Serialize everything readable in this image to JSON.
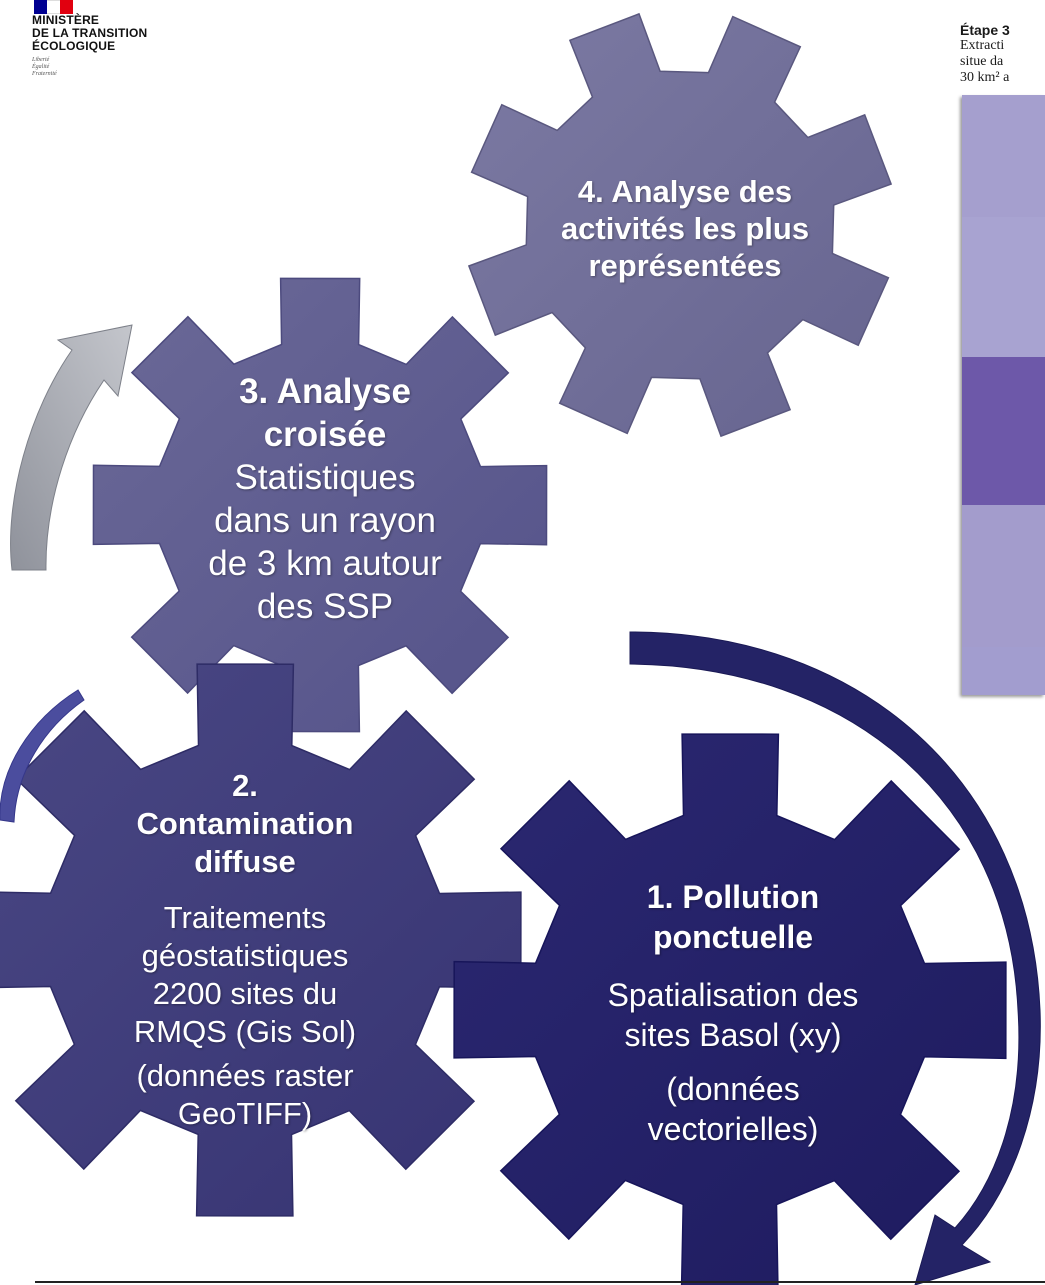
{
  "logo": {
    "org_line1": "MINISTÈRE",
    "org_line2": "DE LA TRANSITION",
    "org_line3": "ÉCOLOGIQUE",
    "motto": [
      "Liberté",
      "Égalité",
      "Fraternité"
    ],
    "flag_colors": [
      "#000091",
      "#ffffff",
      "#e1000f"
    ]
  },
  "side_excerpt": {
    "heading": "Étape 3",
    "lines": [
      "Extracti",
      "situe da",
      "30 km² a"
    ],
    "map_colors": [
      "#a59fce",
      "#a8a3d1",
      "#6d58a9",
      "#a39ccc",
      "#a29dcf"
    ]
  },
  "gears": [
    {
      "title": "4. Analyse des activités les plus représentées",
      "title_lines": [
        "4. Analyse des",
        "activités les plus",
        "représentées"
      ],
      "description": [],
      "color": "#6e6c95"
    },
    {
      "title": "3. Analyse croisée",
      "title_lines": [
        "3. Analyse",
        "croisée"
      ],
      "description": [
        "Statistiques",
        "dans un rayon",
        "de 3 km autour",
        "des SSP"
      ],
      "color": "#5e5c8d"
    },
    {
      "title": "2. Contamination diffuse",
      "title_lines": [
        "2.",
        "Contamination",
        "diffuse"
      ],
      "description": [
        "Traitements",
        "géostatistiques",
        "2200 sites du",
        "RMQS (Gis Sol)",
        "(données raster",
        "GeoTIFF)"
      ],
      "color": "#3d3b78"
    },
    {
      "title": "1. Pollution ponctuelle",
      "title_lines": [
        "1. Pollution",
        "ponctuelle"
      ],
      "description": [
        "Spatialisation des",
        "sites Basol (xy)",
        "(données",
        "vectorielles)"
      ],
      "color": "#25226a"
    }
  ],
  "colors": {
    "arrow_gray": "#a3a5ad",
    "arrow_blue_light": "#4b4d9e",
    "arrow_navy": "#242366"
  }
}
